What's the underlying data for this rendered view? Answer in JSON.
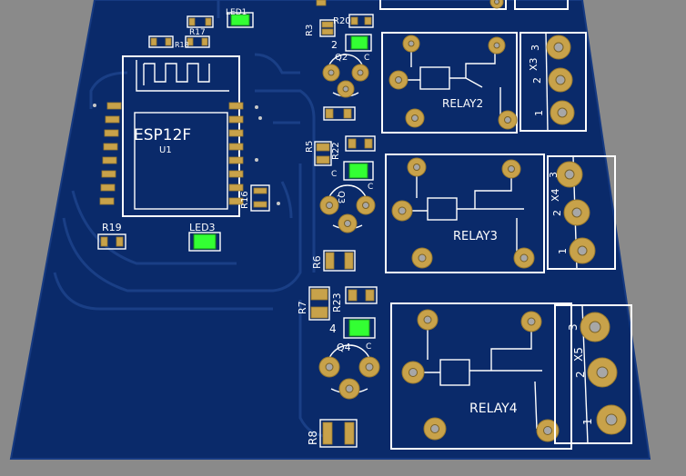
{
  "board": {
    "background_color": "#8a8a8a",
    "pcb_color": "#0a2a6a",
    "pcb_edge_color": "#163a82",
    "silk_color": "#ffffff",
    "pad_color": "#c8a24a",
    "led_color": "#33ff33"
  },
  "module": {
    "name": "ESP12F",
    "ref": "U1"
  },
  "relays": [
    {
      "label": "RELAY2",
      "connector": "X3"
    },
    {
      "label": "RELAY3",
      "connector": "X4"
    },
    {
      "label": "RELAY4",
      "connector": "X5"
    }
  ],
  "connector_pins": [
    "1",
    "2",
    "3"
  ],
  "transistors": [
    "Q2",
    "Q3",
    "Q4"
  ],
  "leds": [
    "LED1",
    "LED3"
  ],
  "resistors": {
    "r3": "R3",
    "r5": "R5",
    "r6": "R6",
    "r7": "R7",
    "r8": "R8",
    "r16": "R16",
    "r17": "R17",
    "r18": "R18",
    "r19": "R19",
    "r20": "R20",
    "r22": "R22",
    "r23": "R23"
  },
  "misc_labels": {
    "num_2": "2",
    "num_4": "4",
    "c": "C"
  }
}
